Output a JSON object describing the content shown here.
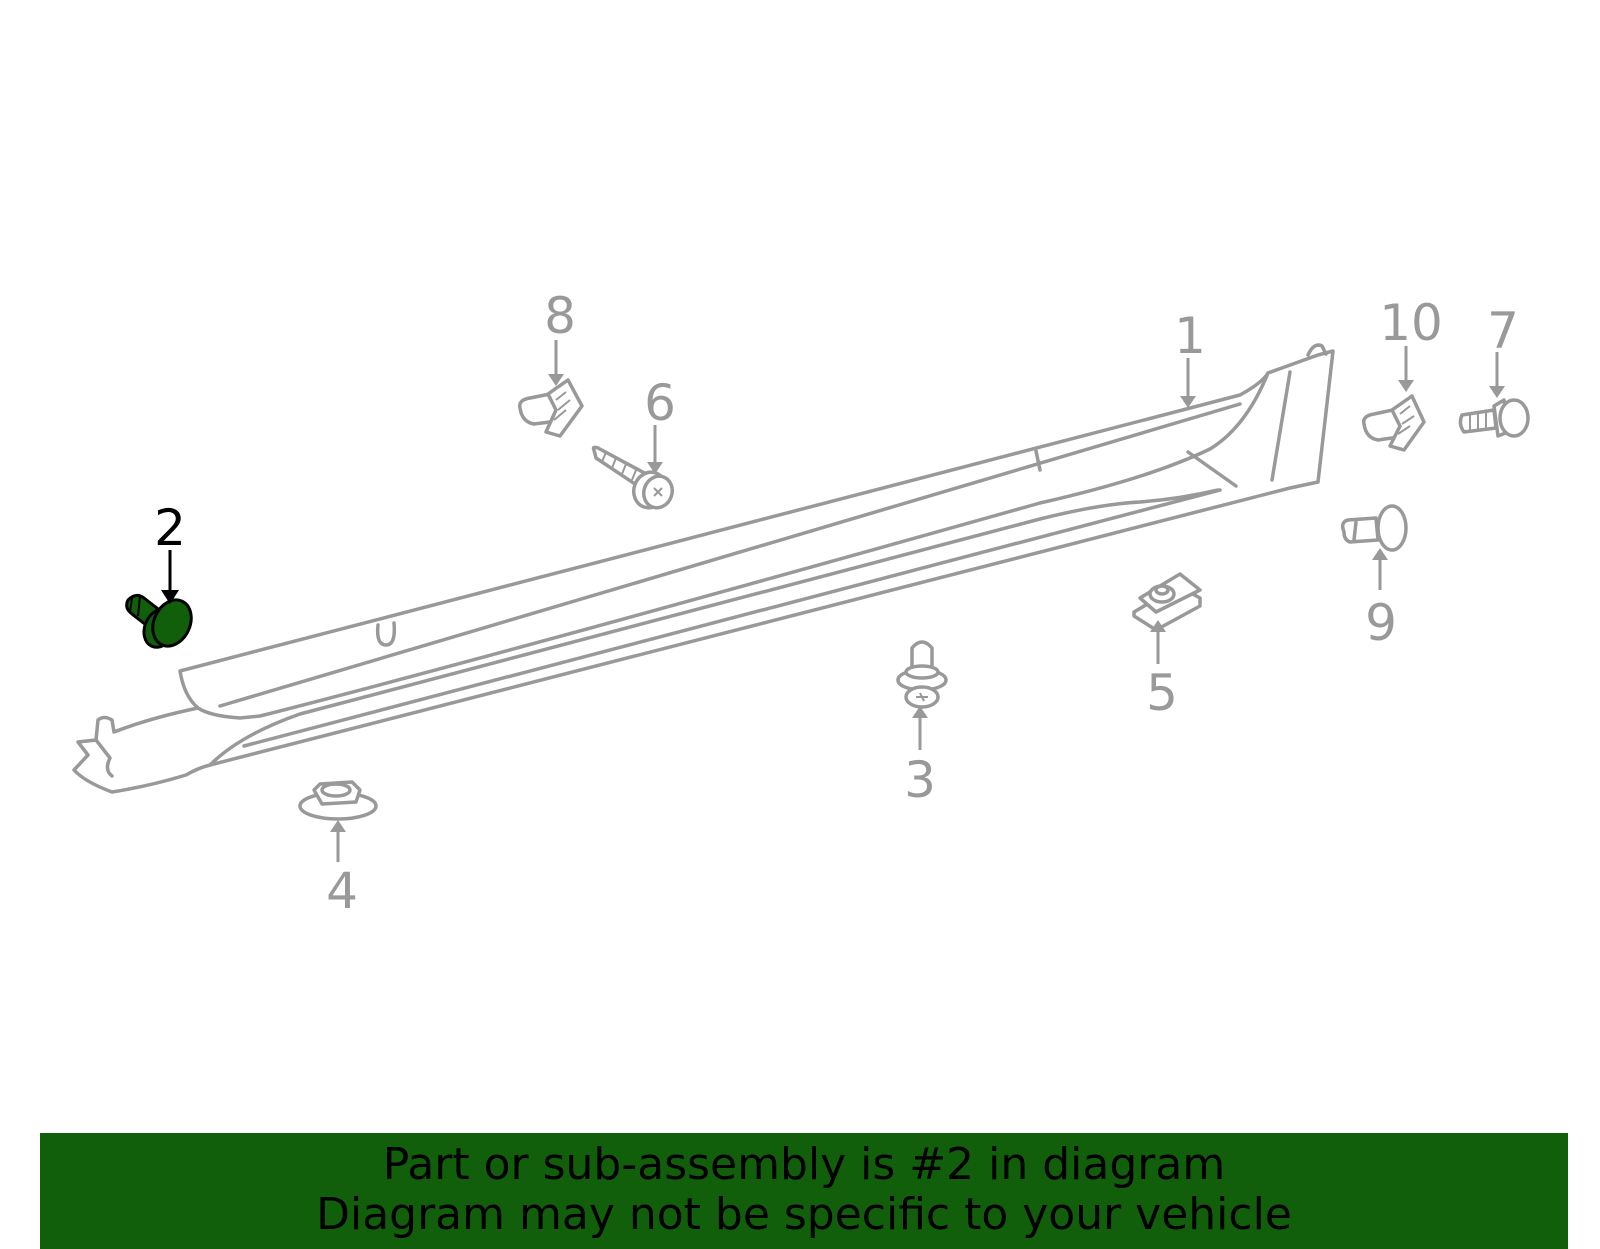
{
  "diagram": {
    "highlight_color": "#115f0b",
    "callouts": [
      {
        "id": "1",
        "label": "1"
      },
      {
        "id": "2",
        "label": "2",
        "highlighted": true
      },
      {
        "id": "3",
        "label": "3"
      },
      {
        "id": "4",
        "label": "4"
      },
      {
        "id": "5",
        "label": "5"
      },
      {
        "id": "6",
        "label": "6"
      },
      {
        "id": "7",
        "label": "7"
      },
      {
        "id": "8",
        "label": "8"
      },
      {
        "id": "9",
        "label": "9"
      },
      {
        "id": "10",
        "label": "10"
      }
    ]
  },
  "banner": {
    "line1": "Part or sub-assembly is #2 in diagram",
    "line2": "Diagram may not be specific to your vehicle",
    "background": "#115f0b"
  }
}
